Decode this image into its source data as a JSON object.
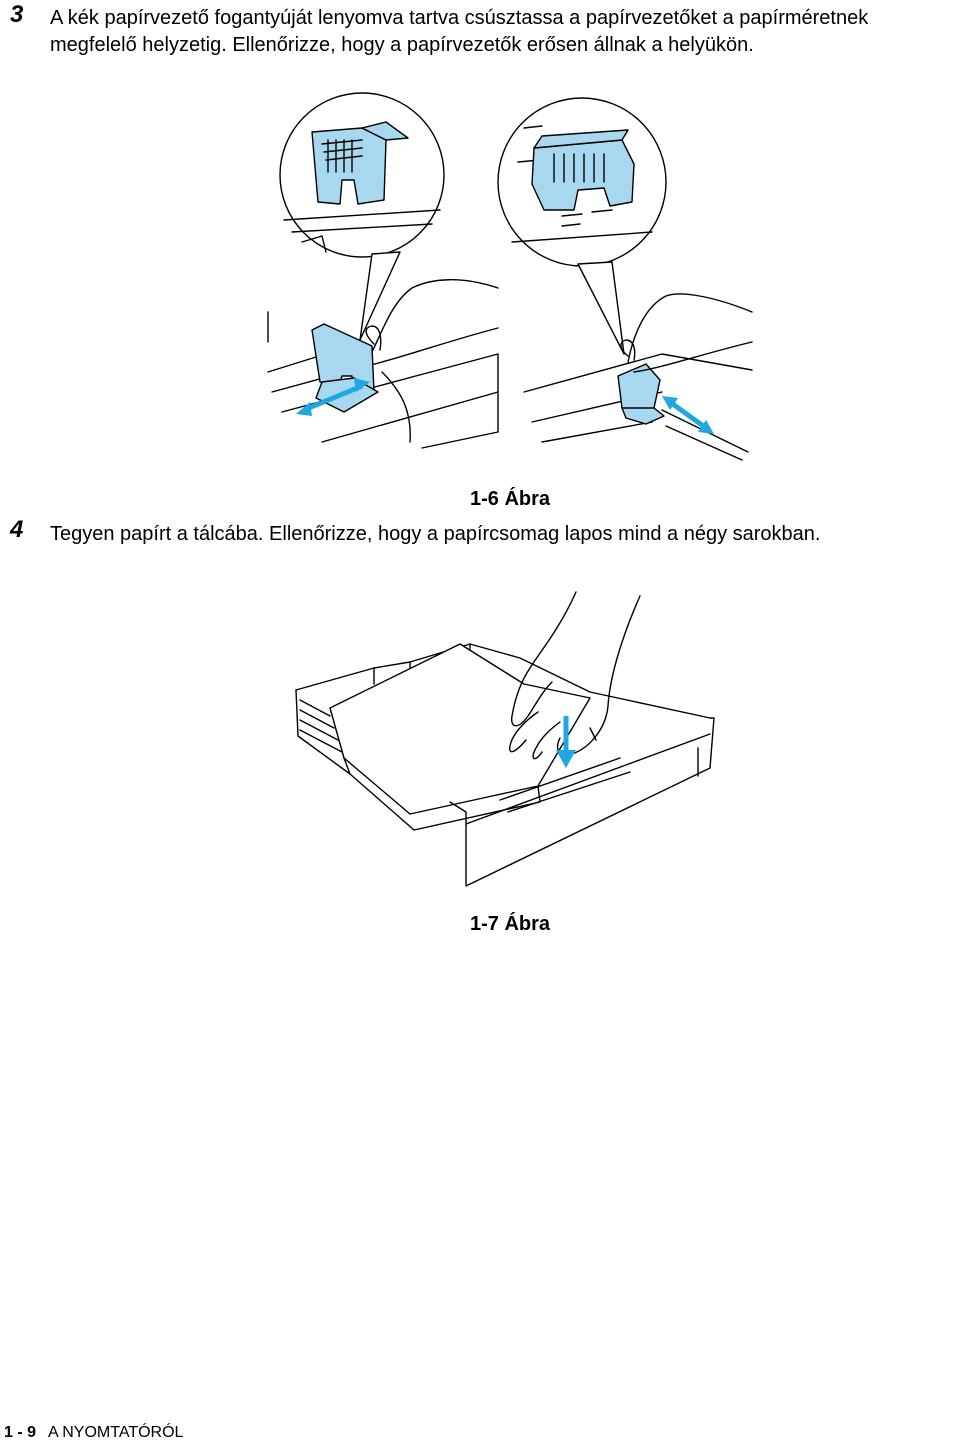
{
  "steps": [
    {
      "number": "3",
      "line1": "A kék papírvezető fogantyúját lenyomva tartva csúsztassa a papírvezetőket a papírméretnek",
      "line2": "megfelelő helyzetig. Ellenőrizze, hogy a papírvezetők erősen állnak a helyükön."
    },
    {
      "number": "4",
      "line1": "Tegyen papírt a tálcába. Ellenőrizze, hogy a papírcsomag lapos mind a négy sarokban."
    }
  ],
  "figures": [
    {
      "caption": "1-6  Ábra"
    },
    {
      "caption": "1-7  Ábra"
    }
  ],
  "footer": {
    "page": "1 - 9",
    "section": "A NYOMTATÓRÓL"
  },
  "colors": {
    "guide_blue": "#a8d8ef",
    "arrow_blue": "#1ea7e1"
  }
}
